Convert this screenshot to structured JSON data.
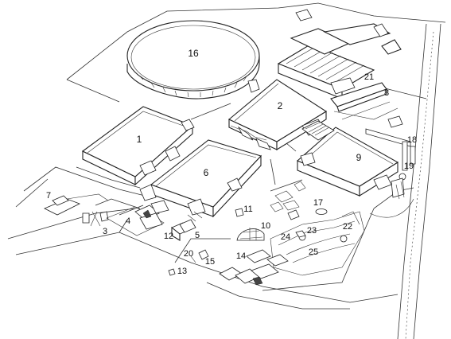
{
  "map": {
    "labels": {
      "l1": "1",
      "l2": "2",
      "l3": "3",
      "l4": "4",
      "l5": "5",
      "l6": "6",
      "l7": "7",
      "l8": "8",
      "l9": "9",
      "l10": "10",
      "l11": "11",
      "l12": "12",
      "l13": "13",
      "l14": "14",
      "l15": "15",
      "l16": "16",
      "l17": "17",
      "l18": "18",
      "l19": "19",
      "l20": "20",
      "l21": "21",
      "l22": "22",
      "l23": "23",
      "l24": "24",
      "l25": "25"
    }
  }
}
